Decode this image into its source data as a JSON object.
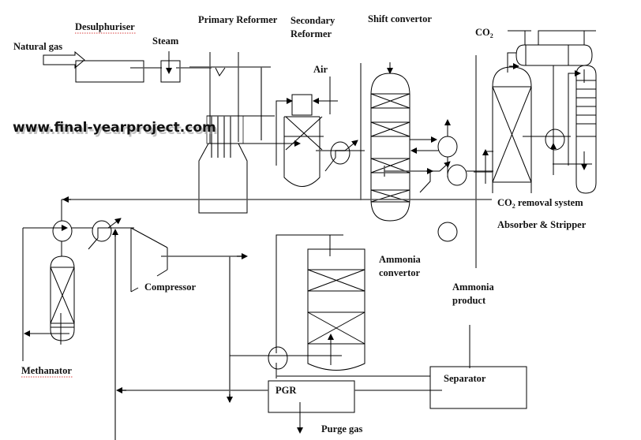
{
  "title": "Ammonia production process flow diagram",
  "watermark": "www.final-yearproject.com",
  "labels": {
    "natural_gas": "Natural gas",
    "desulphuriser": "Desulphuriser",
    "steam": "Steam",
    "primary_reformer": "Primary Reformer",
    "secondary_reformer_line1": "Secondary",
    "secondary_reformer_line2": "Reformer",
    "shift_convertor": "Shift convertor",
    "co2": "CO",
    "co2_sub": "2",
    "air": "Air",
    "co2_removal_co": "CO",
    "co2_removal_sub": "2",
    "co2_removal_rest": " removal system",
    "absorber_stripper": "Absorber & Stripper",
    "ammonia_convertor_line1": "Ammonia",
    "ammonia_convertor_line2": "convertor",
    "ammonia_product_line1": "Ammonia",
    "ammonia_product_line2": "product",
    "compressor": "Compressor",
    "methanator": "Methanator",
    "separator": "Separator",
    "pgr": "PGR",
    "purge_gas": "Purge gas"
  }
}
